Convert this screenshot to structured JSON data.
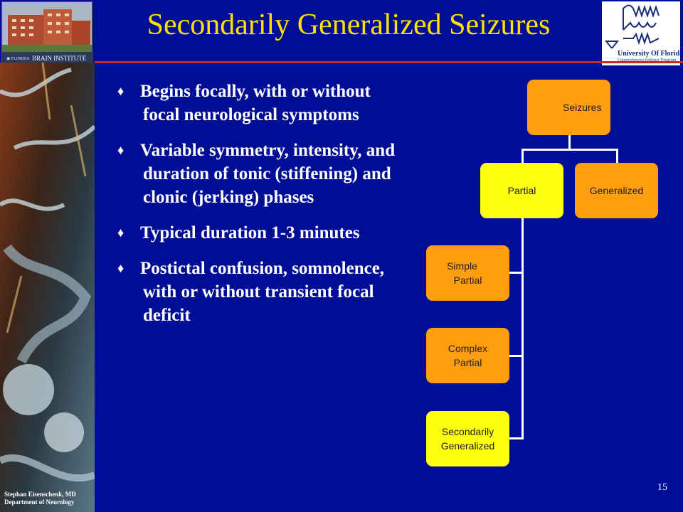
{
  "slide": {
    "title": "Secondarily Generalized Seizures",
    "page_number": "15",
    "footer": {
      "line1": "Stephan Eisenschenk, MD",
      "line2": "Department of Neurology"
    },
    "brain_institute_logo": "BRAIN INSTITUTE",
    "uf_logo": {
      "line1": "University Of Florida",
      "line2": "Comprehensive Epilepsy Program"
    },
    "bullets": [
      "Begins focally, with or without focal neurological symptoms",
      "Variable symmetry, intensity, and duration of tonic (stiffening) and clonic (jerking) phases",
      "Typical duration 1-3 minutes",
      "Postictal confusion, somnolence, with or without transient focal deficit"
    ],
    "bullet_glyph": "♦"
  },
  "org_chart": {
    "root": "Seizures",
    "partial": "Partial",
    "generalized": "Generalized",
    "simple_partial": [
      "Simple",
      "Partial"
    ],
    "complex_partial": [
      "Complex",
      "Partial"
    ],
    "secondarily_generalized": [
      "Secondarily",
      "Generalized"
    ]
  },
  "colors": {
    "background": "#000e96",
    "title": "#ffe000",
    "rule": "#d0272a",
    "node_orange": "#ff9f10",
    "node_yellow": "#ffff10"
  }
}
